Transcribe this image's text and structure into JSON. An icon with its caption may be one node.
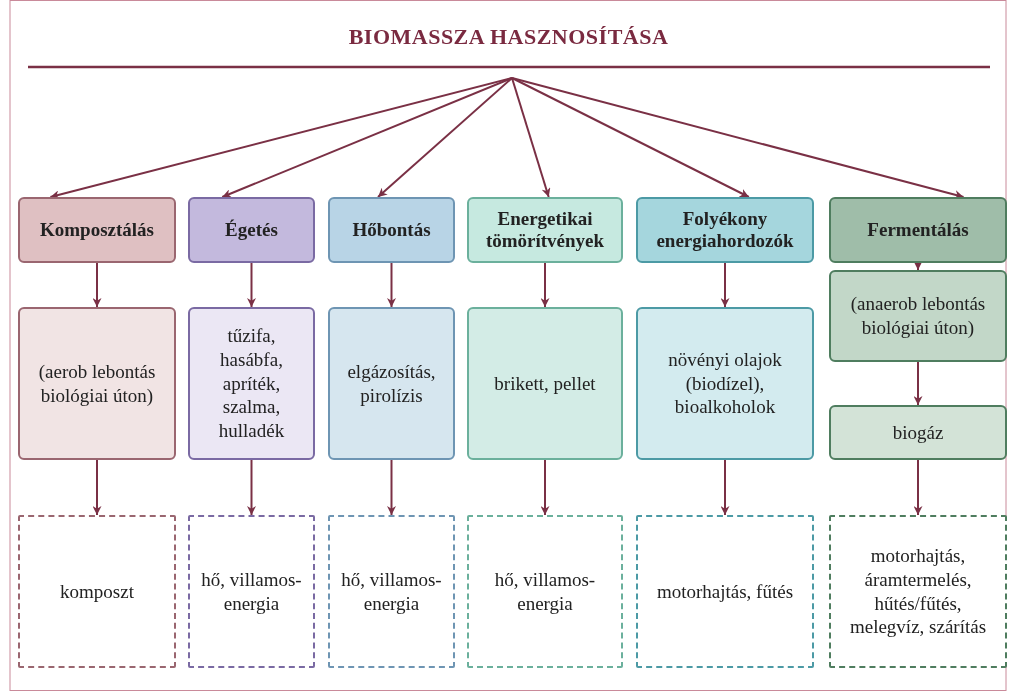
{
  "diagram": {
    "title": "BIOMASSZA HASZNOSÍTÁSA",
    "nodes": [
      {
        "text": [
          "Komposztálás"
        ]
      },
      {
        "text": [
          "Égetés"
        ]
      },
      {
        "text": [
          "Hőbontás"
        ]
      },
      {
        "text": [
          "Energetikai tömörítvények"
        ]
      },
      {
        "text": [
          "Folyékony energiahordozók"
        ]
      },
      {
        "text": [
          "Fermentálás"
        ]
      },
      {
        "text": [
          "(aerob lebontás biológiai úton)"
        ]
      },
      {
        "text": [
          "tűzifa, hasábfa, apríték, szalma, hulladék"
        ]
      },
      {
        "text": [
          "elgázosítás, pirolízis"
        ]
      },
      {
        "text": [
          "brikett, pellet"
        ]
      },
      {
        "text": [
          "növényi olajok (biodízel), bioalkoholok"
        ]
      },
      {
        "text": [
          "(anaerob lebontás biológiai úton)"
        ]
      },
      {
        "text": [
          "biogáz"
        ]
      },
      {
        "text": [
          "komposzt"
        ]
      },
      {
        "text": [
          "hő, villamos-energia"
        ]
      },
      {
        "text": [
          "hő, villamos-energia"
        ]
      },
      {
        "text": [
          "hő, villamos-energia"
        ]
      },
      {
        "text": [
          "motorhajtás, fűtés"
        ]
      },
      {
        "text": [
          "motorhajtás, áramtermelés, hűtés/fűtés, melegvíz, szárítás"
        ]
      }
    ],
    "edges": [
      {
        "from": null,
        "to": 0,
        "arrow": "to"
      },
      {
        "from": null,
        "to": 1,
        "arrow": "to"
      },
      {
        "from": null,
        "to": 2,
        "arrow": "to"
      },
      {
        "from": null,
        "to": 3,
        "arrow": "to"
      },
      {
        "from": null,
        "to": 4,
        "arrow": "to"
      },
      {
        "from": null,
        "to": 5,
        "arrow": "to"
      },
      {
        "from": 0,
        "to": 6,
        "arrow": "to"
      },
      {
        "from": 1,
        "to": 7,
        "arrow": "to"
      },
      {
        "from": 2,
        "to": 8,
        "arrow": "to"
      },
      {
        "from": 3,
        "to": 9,
        "arrow": "to"
      },
      {
        "from": 4,
        "to": 10,
        "arrow": "to"
      },
      {
        "from": 5,
        "to": 11,
        "arrow": "to"
      },
      {
        "from": 11,
        "to": 12,
        "arrow": "to"
      },
      {
        "from": 6,
        "to": 13,
        "arrow": "to"
      },
      {
        "from": 7,
        "to": 14,
        "arrow": "to"
      },
      {
        "from": 8,
        "to": 15,
        "arrow": "to"
      },
      {
        "from": 9,
        "to": 16,
        "arrow": "to"
      },
      {
        "from": 10,
        "to": 17,
        "arrow": "to"
      },
      {
        "from": 12,
        "to": 18,
        "arrow": "to"
      }
    ]
  }
}
